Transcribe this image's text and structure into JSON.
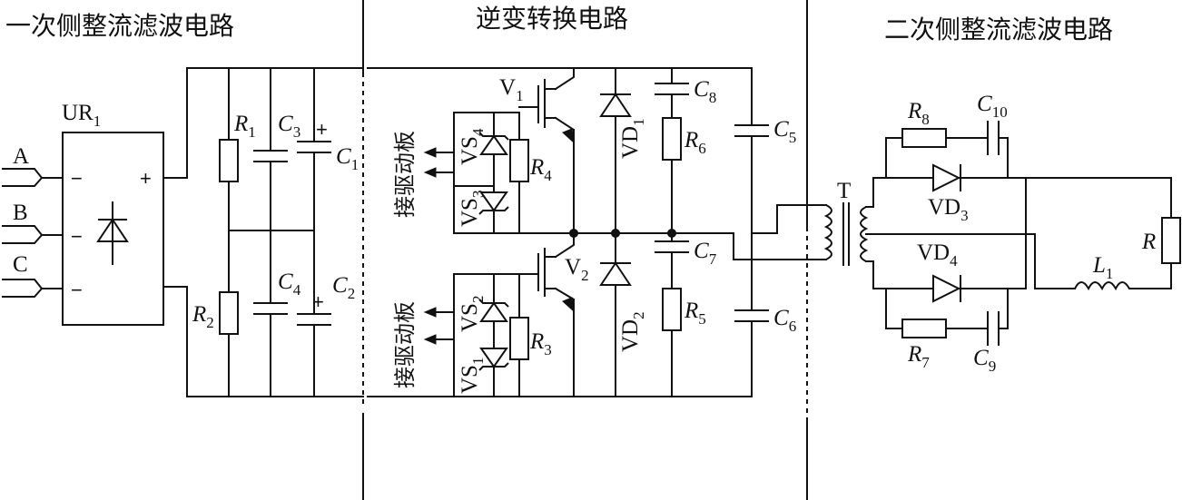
{
  "sections": {
    "primary": "一次侧整流滤波电路",
    "inverter": "逆变转换电路",
    "secondary": "二次侧整流滤波电路"
  },
  "inputs": [
    "A",
    "B",
    "C"
  ],
  "rectifier": {
    "name": "UR",
    "sub": "1",
    "minus": "−",
    "plus": "+"
  },
  "resistors": {
    "R1": {
      "name": "R",
      "sub": "1"
    },
    "R2": {
      "name": "R",
      "sub": "2"
    },
    "R3": {
      "name": "R",
      "sub": "3"
    },
    "R4": {
      "name": "R",
      "sub": "4"
    },
    "R5": {
      "name": "R",
      "sub": "5"
    },
    "R6": {
      "name": "R",
      "sub": "6"
    },
    "R7": {
      "name": "R",
      "sub": "7"
    },
    "R8": {
      "name": "R",
      "sub": "8"
    },
    "R": {
      "name": "R"
    }
  },
  "capacitors": {
    "C1": {
      "name": "C",
      "sub": "1"
    },
    "C2": {
      "name": "C",
      "sub": "2"
    },
    "C3": {
      "name": "C",
      "sub": "3"
    },
    "C4": {
      "name": "C",
      "sub": "4"
    },
    "C5": {
      "name": "C",
      "sub": "5"
    },
    "C6": {
      "name": "C",
      "sub": "6"
    },
    "C7": {
      "name": "C",
      "sub": "7"
    },
    "C8": {
      "name": "C",
      "sub": "8"
    },
    "C9": {
      "name": "C",
      "sub": "9"
    },
    "C10": {
      "name": "C",
      "sub": "10"
    }
  },
  "polarity_plus": "+",
  "transistors": {
    "V1": {
      "name": "V",
      "sub": "1"
    },
    "V2": {
      "name": "V",
      "sub": "2"
    }
  },
  "diodes": {
    "VD1": {
      "name": "VD",
      "sub": "1"
    },
    "VD2": {
      "name": "VD",
      "sub": "2"
    },
    "VD3": {
      "name": "VD",
      "sub": "3"
    },
    "VD4": {
      "name": "VD",
      "sub": "4"
    }
  },
  "zeners": {
    "VS1": {
      "name": "VS",
      "sub": "1"
    },
    "VS2": {
      "name": "VS",
      "sub": "2"
    },
    "VS3": {
      "name": "VS",
      "sub": "3"
    },
    "VS4": {
      "name": "VS",
      "sub": "4"
    }
  },
  "drive_label": "接驱动板",
  "transformer": {
    "name": "T"
  },
  "inductor": {
    "name": "L",
    "sub": "1"
  }
}
